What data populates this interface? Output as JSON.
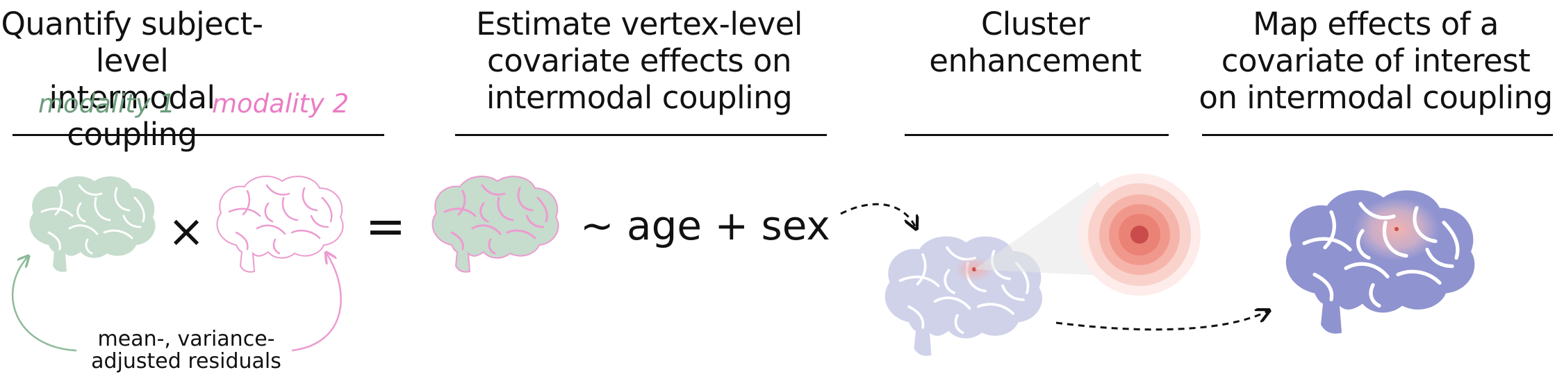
{
  "headings": [
    {
      "lines": [
        "Quantify subject-level",
        "intermodal coupling"
      ]
    },
    {
      "lines": [
        "Estimate vertex-level",
        "covariate effects on",
        "intermodal coupling"
      ]
    },
    {
      "lines": [
        "Cluster",
        "enhancement"
      ]
    },
    {
      "lines": [
        "Map effects of a",
        "covariate of interest",
        "on intermodal coupling"
      ]
    }
  ],
  "modalities": {
    "modality1": {
      "label": "modality 1",
      "color": "#6c9c7b"
    },
    "modality2": {
      "label": "modality 2",
      "color": "#ea7cc4"
    }
  },
  "operators": {
    "times": "×",
    "equals": "="
  },
  "formula": "~ age + sex",
  "residuals_note": [
    "mean-, variance-",
    "adjusted residuals"
  ],
  "colors": {
    "brain_green_fill": "#c6dccd",
    "brain_pink_outline": "#ec9bd0",
    "brain_lavender": "#c7cbe6",
    "brain_blue": "#8f93cf",
    "hotspot": "#c94b4b"
  }
}
